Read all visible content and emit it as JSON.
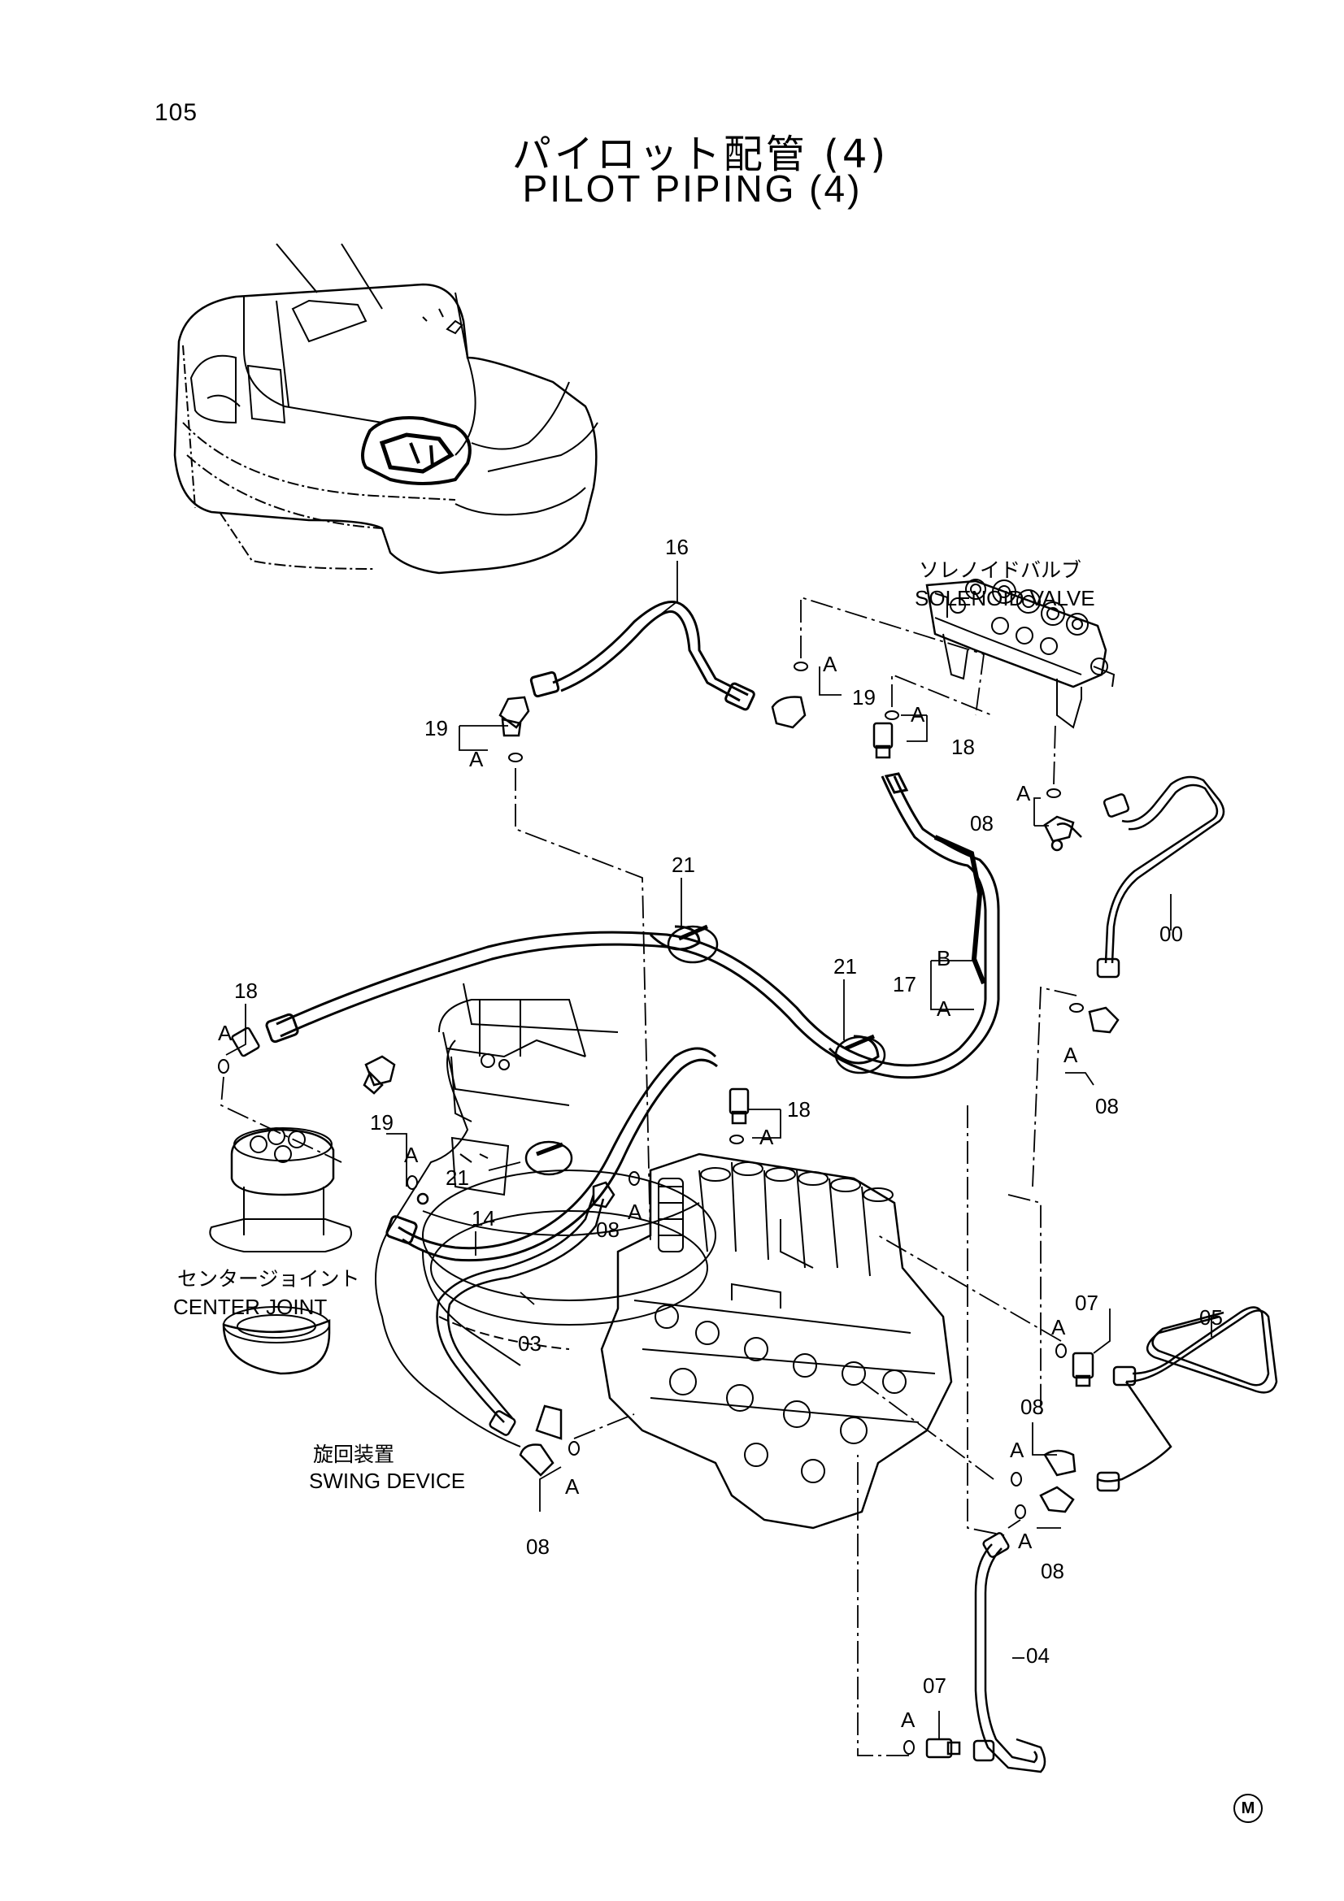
{
  "page": {
    "number": "105",
    "title_jp": "パイロット配管 (4)",
    "title_en": "PILOT PIPING (4)",
    "corner_mark": "M"
  },
  "components": {
    "solenoid_valve_jp": "ソレノイドバルブ",
    "solenoid_valve_en": "SOLENOID VALVE",
    "center_joint_jp": "センタージョイント",
    "center_joint_en": "CENTER JOINT",
    "swing_device_jp": "旋回装置",
    "swing_device_en": "SWING DEVICE"
  },
  "part_callouts": {
    "p16": "16",
    "p19_left": "19",
    "p19_top": "19",
    "p19_mid": "19",
    "p18_top": "18",
    "p18_left": "18",
    "p18_mid": "18",
    "p08_top": "08",
    "p08_right": "08",
    "p08_mid": "08",
    "p08_r1": "08",
    "p08_r2": "08",
    "p08_bottom": "08",
    "p00": "00",
    "p21_a": "21",
    "p21_b": "21",
    "p21_c": "21",
    "p17": "17",
    "p14": "14",
    "p03": "03",
    "p07_a": "07",
    "p07_b": "07",
    "p05": "05",
    "p04": "04"
  },
  "sub_markers": {
    "A": "A",
    "B": "B"
  }
}
